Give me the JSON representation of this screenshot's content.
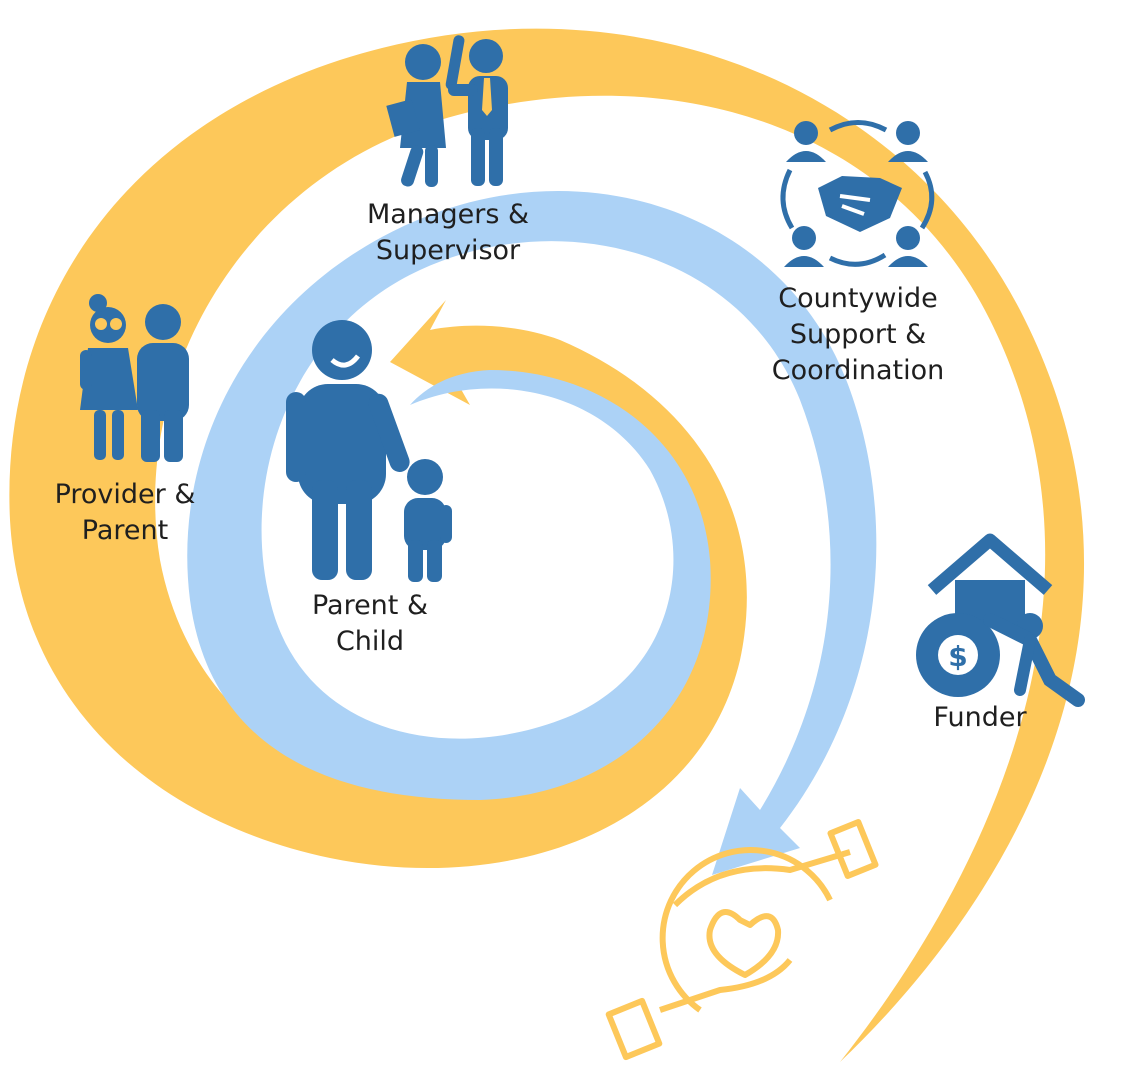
{
  "colors": {
    "gold": "#FDC85A",
    "light_blue": "#ACD2F6",
    "icon_blue": "#2F6FA9",
    "text": "#1f1f1f"
  },
  "nodes": [
    {
      "id": "parent-child",
      "label_lines": [
        "Parent &",
        "Child"
      ],
      "icon": "parent-child-icon"
    },
    {
      "id": "provider-parent",
      "label_lines": [
        "Provider &",
        "Parent"
      ],
      "icon": "provider-parent-icon"
    },
    {
      "id": "managers-supervisor",
      "label_lines": [
        "Managers &",
        "Supervisor"
      ],
      "icon": "managers-icon"
    },
    {
      "id": "countywide",
      "label_lines": [
        "Countywide",
        "Support &",
        "Coordination"
      ],
      "icon": "handshake-network-icon"
    },
    {
      "id": "funder",
      "label_lines": [
        "Funder"
      ],
      "icon": "funder-icon"
    }
  ],
  "end_icon": "heart-in-hands-icon"
}
